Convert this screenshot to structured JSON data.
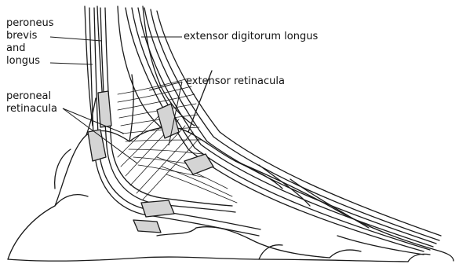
{
  "labels": {
    "peroneus": [
      "peroneus",
      "brevis",
      "and",
      "longus"
    ],
    "extensor_digitorum": "extensor digitorum longus",
    "extensor_retinacula": "extensor retinacula",
    "peroneal": [
      "peroneal",
      "retinacula"
    ]
  },
  "colors": {
    "line": "#1a1a1a",
    "shade": "#d4d4d4",
    "background": "#ffffff"
  }
}
